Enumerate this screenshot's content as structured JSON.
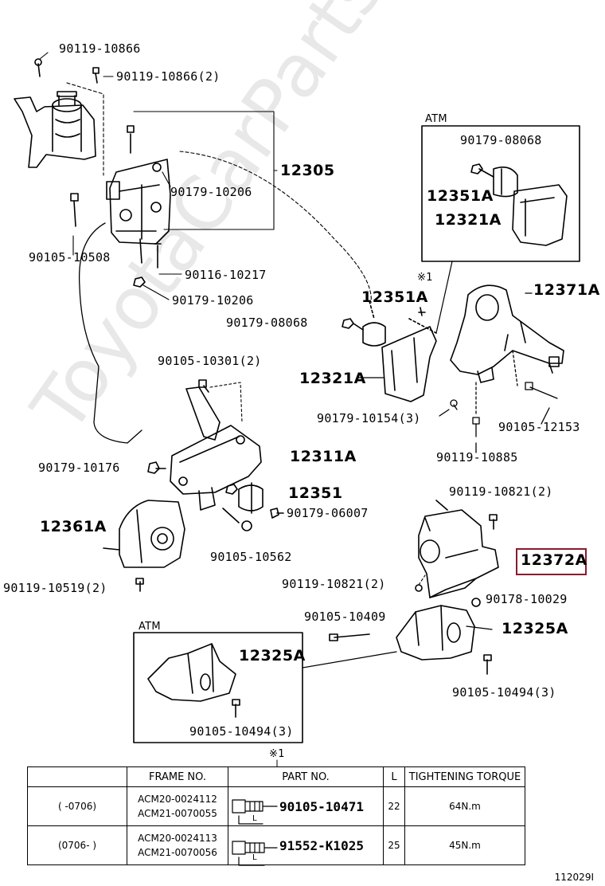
{
  "watermark": "ToyotaCarParts.ru",
  "labels": {
    "p90119_10866": "90119-10866",
    "p90119_10866_2": "90119-10866(2)",
    "p12305": "12305",
    "p90179_10206_a": "90179-10206",
    "p90105_10508": "90105-10508",
    "p90116_10217": "90116-10217",
    "p90179_10206_b": "90179-10206",
    "atm_top": "ATM",
    "p90179_08068_box": "90179-08068",
    "p12351A_box": "12351A",
    "p12321A_box": "12321A",
    "ref_mark_1": "※1",
    "p12351A": "12351A",
    "p12371A": "12371A",
    "p90179_08068": "90179-08068",
    "p90105_10301_2": "90105-10301(2)",
    "p12321A": "12321A",
    "p90179_10154_3": "90179-10154(3)",
    "p90105_12153": "90105-12153",
    "p90119_10885": "90119-10885",
    "p90179_10176": "90179-10176",
    "p12311A": "12311A",
    "p12351": "12351",
    "p90179_06007": "90179-06007",
    "p12361A": "12361A",
    "p90105_10562": "90105-10562",
    "p90119_10519_2": "90119-10519(2)",
    "p90119_10821_2a": "90119-10821(2)",
    "p12372A": "12372A",
    "p90119_10821_2b": "90119-10821(2)",
    "p90178_10029": "90178-10029",
    "p90105_10409": "90105-10409",
    "p12325A": "12325A",
    "atm_bottom": "ATM",
    "p12325A_box": "12325A",
    "p90105_10494_3_box": "90105-10494(3)",
    "p90105_10494_3": "90105-10494(3)",
    "ref_mark_2": "※1"
  },
  "table": {
    "headers": [
      "",
      "FRAME NO.",
      "PART NO.",
      "L",
      "TIGHTENING TORQUE"
    ],
    "rows": [
      {
        "range": "(    -0706)",
        "frame1": "ACM20-0024112",
        "frame2": "ACM21-0070055",
        "part": "90105-10471",
        "length": "22",
        "torque": "64N.m"
      },
      {
        "range": "(0706-    )",
        "frame1": "ACM20-0024113",
        "frame2": "ACM21-0070056",
        "part": "91552-K1025",
        "length": "25",
        "torque": "45N.m"
      }
    ],
    "bolt_dim": "L"
  },
  "footer": "112029I",
  "colors": {
    "highlight": "#8b1a2e",
    "line": "#000000"
  }
}
